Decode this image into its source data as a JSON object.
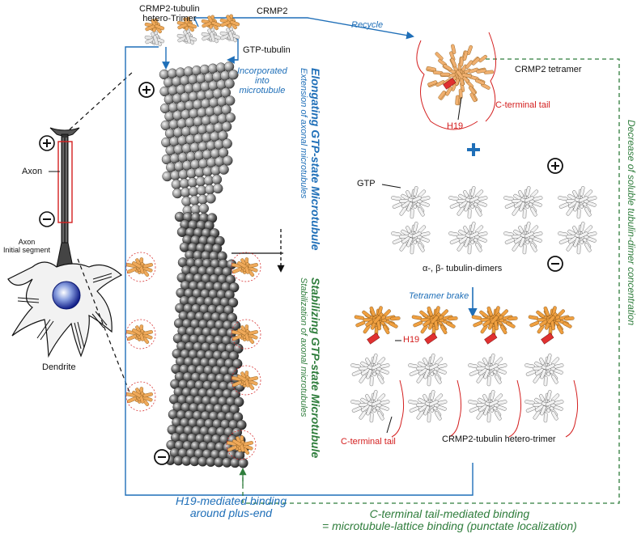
{
  "labels": {
    "hetero_trimer_title": "CRMP2-tubulin\nhetero-Trimer",
    "crmp2": "CRMP2",
    "recycle": "Recycle",
    "gtp_tubulin": "GTP-tubulin",
    "incorporated": "Incorporated\ninto\nmicrotubule",
    "crmp2_tetramer": "CRMP2 tetramer",
    "c_terminal_tail_top": "C-terminal tail",
    "h19_top": "H19",
    "gtp": "GTP",
    "dimers": "α-, β- tubulin-dimers",
    "tetramer_brake": "Tetramer brake",
    "h19_bottom": "H19",
    "c_terminal_tail_bottom": "C-terminal tail",
    "trimer_bottom": "CRMP2-tubulin hetero-trimer",
    "axon": "Axon",
    "axon_initial": "Axon\nInitial segment",
    "dendrite": "Dendrite",
    "elongating_title": "Elongating GTP-state Microtubule",
    "elongating_sub": "Extension of axonal microtubules",
    "stabilizing_title": "Stabilizing GTP-state Microtubule",
    "stabilizing_sub": "Stabilization of axonal microtubules",
    "decrease": "Decrease of soluble tubulin-dimer concentration",
    "h19_binding": "H19-mediated binding\naround plus-end",
    "c_terminal_binding": "C-terminal tail-mediated binding\n= microtubule-lattice binding (punctate localization)",
    "plus": "+",
    "minus": "−"
  },
  "colors": {
    "blue": "#1f6fb8",
    "green": "#2f7d3c",
    "red": "#d42020",
    "orange": "#e8973a",
    "gray_sphere": "#8e8e8e"
  }
}
